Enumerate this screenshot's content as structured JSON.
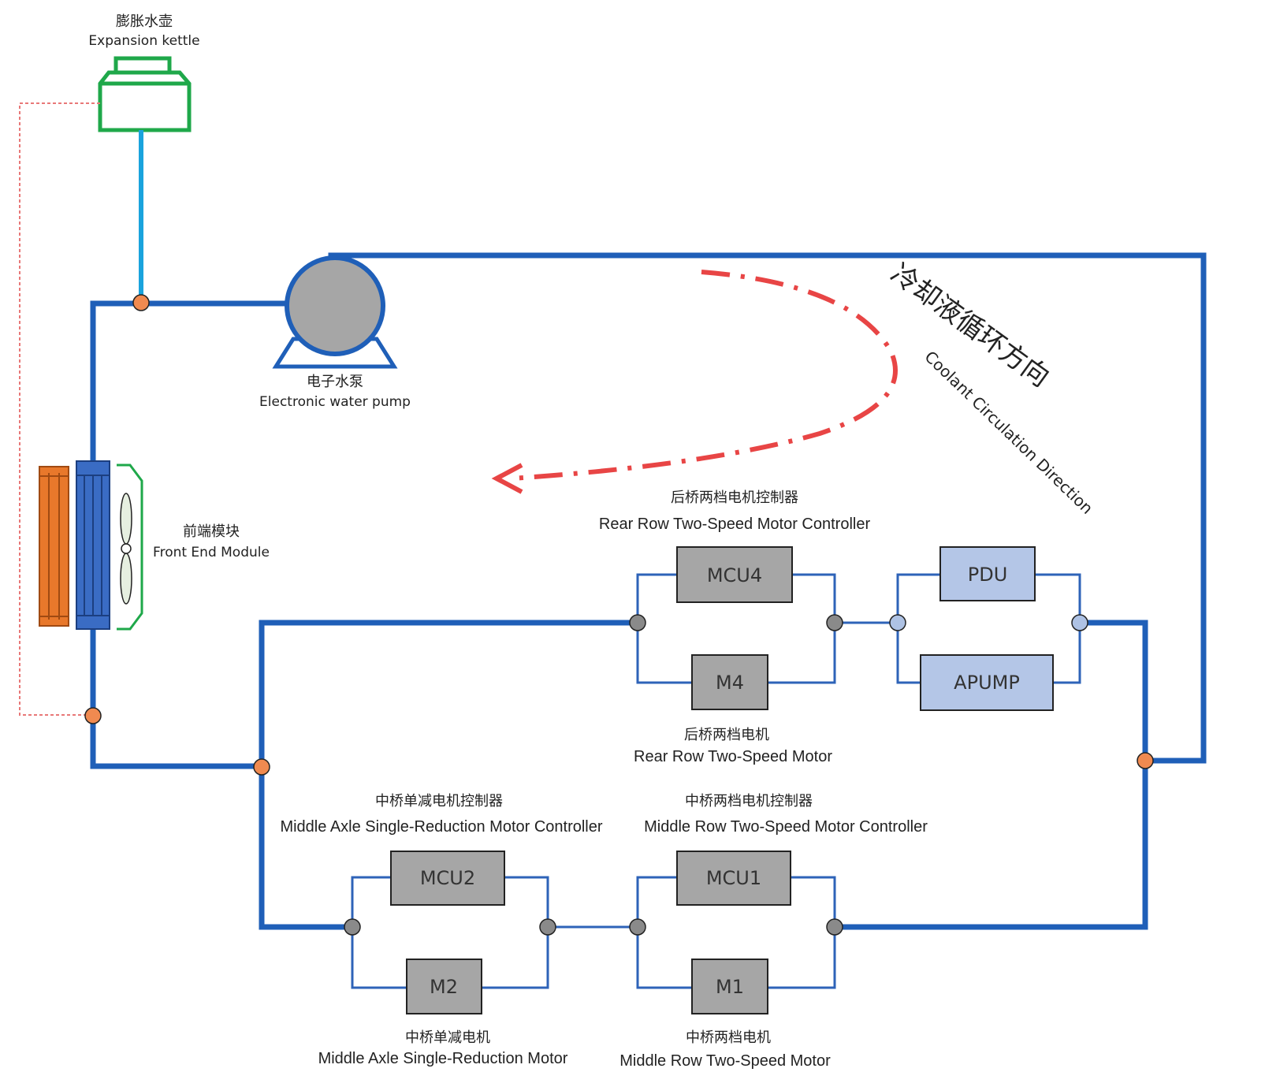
{
  "expansion_kettle": {
    "label_cn": "膨胀水壶",
    "label_en": "Expansion kettle"
  },
  "water_pump": {
    "label_cn": "电子水泵",
    "label_en": "Electronic water pump"
  },
  "front_end_module": {
    "label_cn": "前端模块",
    "label_en": "Front End Module"
  },
  "circulation": {
    "label_cn": "冷却液循环方向",
    "label_en": "Coolant Circulation Direction"
  },
  "rear": {
    "controller_label_cn": "后桥两档电机控制器",
    "controller_label_en": "Rear Row Two-Speed Motor Controller",
    "motor_label_cn": "后桥两档电机",
    "motor_label_en": "Rear Row Two-Speed Motor",
    "mcu": "MCU4",
    "motor": "M4",
    "pdu": "PDU",
    "apump": "APUMP"
  },
  "middle_single": {
    "controller_label_cn": "中桥单减电机控制器",
    "controller_label_en": "Middle Axle Single-Reduction Motor Controller",
    "motor_label_cn": "中桥单减电机",
    "motor_label_en": "Middle Axle Single-Reduction Motor",
    "mcu": "MCU2",
    "motor": "M2"
  },
  "middle_two": {
    "controller_label_cn": "中桥两档电机控制器",
    "controller_label_en": "Middle Row Two-Speed Motor Controller",
    "motor_label_cn": "中桥两档电机",
    "motor_label_en": "Middle Row Two-Speed Motor",
    "mcu": "MCU1",
    "motor": "M1"
  },
  "colors": {
    "main_pipe": "#1f5fb8",
    "branch_pipe": "#2e63b8",
    "kettle": "#1fa84a",
    "kettle_pipe": "#1aa3dd",
    "direction_arrow": "#e84545",
    "junction_orange": "#f08a50",
    "junction_grey": "#8a8a8a",
    "junction_blue": "#aec2e4",
    "component_grey": "#a6a6a6",
    "component_blue": "#b4c6e7",
    "radiator_orange": "#e8782b",
    "radiator_blue": "#3a6cc4"
  }
}
